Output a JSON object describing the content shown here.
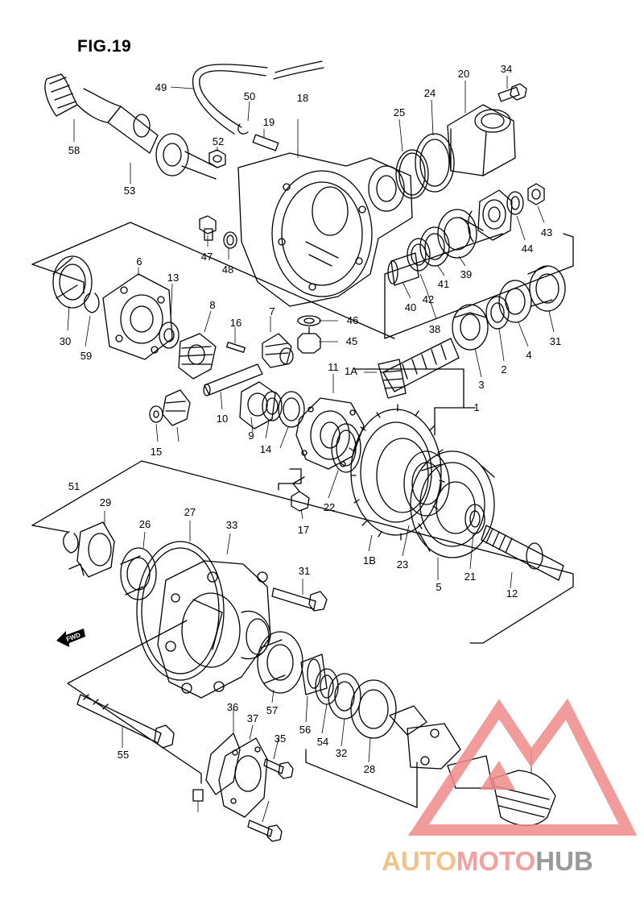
{
  "figure": {
    "title": "FIG.19"
  },
  "direction_badge": {
    "text": "FWD"
  },
  "callouts": [
    "49",
    "50",
    "18",
    "19",
    "52",
    "53",
    "58",
    "20",
    "34",
    "24",
    "25",
    "47",
    "48",
    "43",
    "44",
    "6",
    "13",
    "30",
    "59",
    "8",
    "16",
    "7",
    "46",
    "45",
    "40",
    "42",
    "41",
    "39",
    "38",
    "31",
    "4",
    "2",
    "3",
    "1A",
    "1",
    "11",
    "15",
    "10",
    "9",
    "14",
    "22",
    "17",
    "21",
    "12",
    "5",
    "23",
    "1B",
    "51",
    "29",
    "26",
    "27",
    "33",
    "31",
    "55",
    "57",
    "56",
    "54",
    "32",
    "28",
    "36",
    "37",
    "35"
  ],
  "watermark": {
    "segments": [
      "AUTO",
      "MOTO",
      "HUB"
    ],
    "colors": {
      "triangle": "#f08a8a",
      "auto": "#f2c28c",
      "moto": "#f2a0a0",
      "hub": "#9a9a9a"
    }
  },
  "colors": {
    "ink": "#000000",
    "paper": "#ffffff"
  }
}
